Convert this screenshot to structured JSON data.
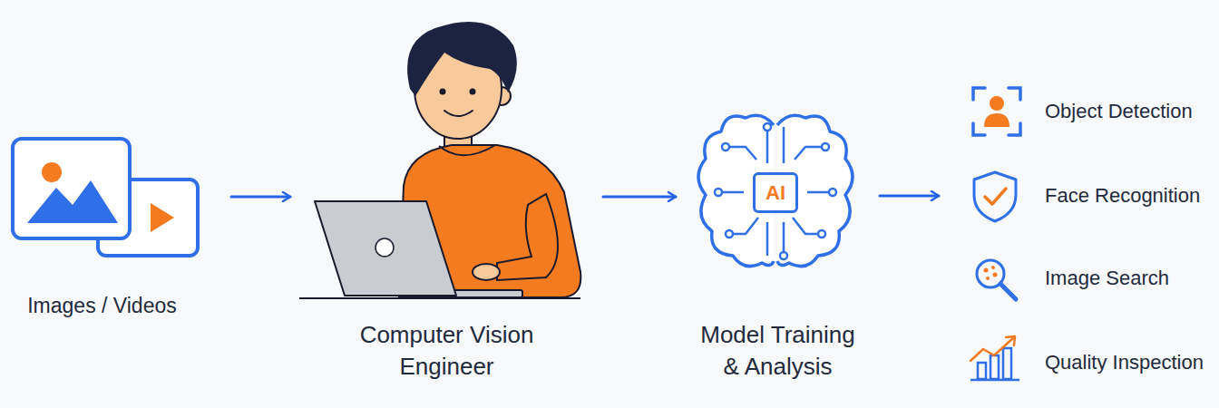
{
  "diagram": {
    "nodes": [
      {
        "text": [
          "Images / Videos"
        ]
      },
      {
        "text": [
          "Computer Vision Engineer"
        ]
      },
      {
        "text": [
          "Model Training & Analysis"
        ]
      },
      {
        "text": [
          "AI"
        ],
        "in": 2
      },
      {
        "text": [
          "Object Detection"
        ]
      },
      {
        "text": [
          "Face Recognition"
        ]
      },
      {
        "text": [
          "Image Search"
        ]
      },
      {
        "text": [
          "Quality Inspection"
        ]
      }
    ],
    "edges": [
      {
        "from": 0,
        "to": 1,
        "arrow": "to"
      },
      {
        "from": 1,
        "to": 2,
        "arrow": "to"
      },
      {
        "from": 2,
        "to": 5,
        "arrow": "to"
      }
    ]
  }
}
